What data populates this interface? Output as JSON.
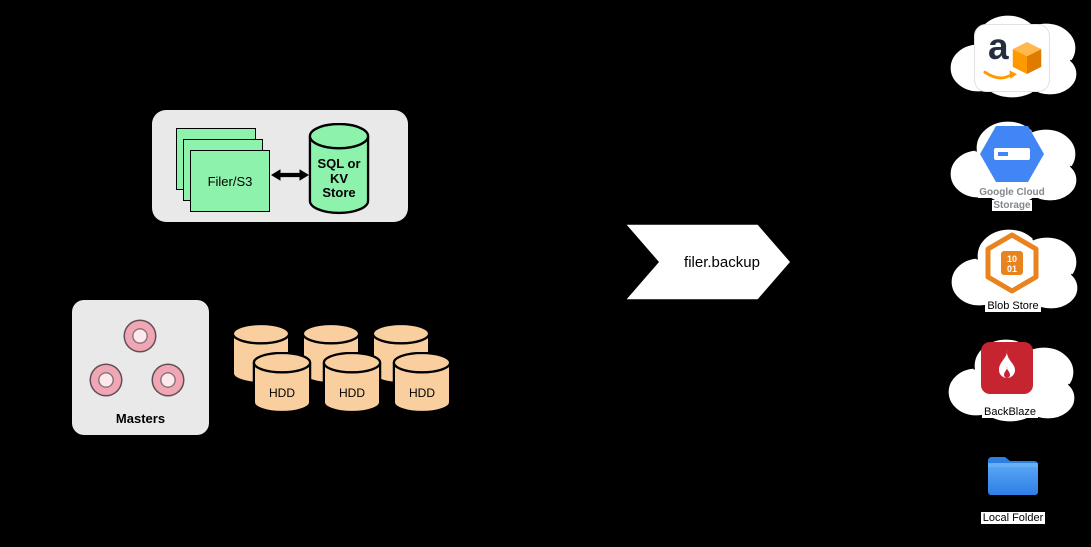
{
  "filer_cluster": {
    "filer_label": "Filer/S3",
    "store_label": "SQL or KV Store"
  },
  "masters": {
    "label": "Masters"
  },
  "volume_servers": {
    "hdd_labels": [
      "HDD",
      "HDD",
      "HDD"
    ]
  },
  "backup_arrow": {
    "label": "filer.backup"
  },
  "destinations": {
    "aws": {
      "letter": "a"
    },
    "gcs": {
      "label_line1": "Google Cloud",
      "label_line2": "Storage"
    },
    "blob": {
      "label": "Blob Store",
      "binary_top": "10",
      "binary_bottom": "01"
    },
    "backblaze": {
      "label": "BackBlaze"
    },
    "local_folder": {
      "label": "Local Folder"
    }
  },
  "colors": {
    "background": "#000000",
    "panel_gray": "#E9E9E9",
    "node_green": "#8DF2AC",
    "hdd_tan": "#F9CFA0",
    "master_pink_ring": "#F0A6B4",
    "master_pink_fill": "#FDE9ED",
    "arrow_white": "#FFFFFF",
    "aws_orange": "#FF9900",
    "google_blue": "#4285F4",
    "azure_orange": "#E8831D",
    "backblaze_red": "#C62430",
    "folder_blue": "#2E7FE4"
  }
}
